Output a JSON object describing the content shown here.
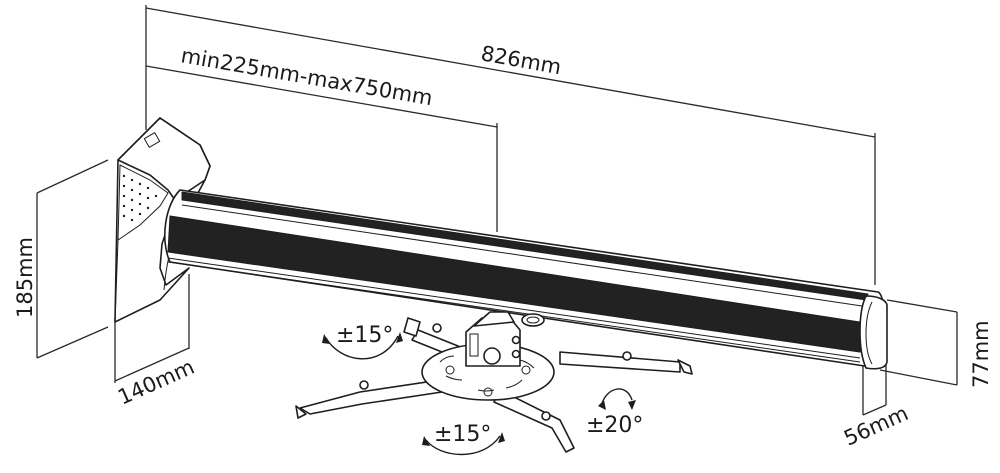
{
  "diagram": {
    "subject": "Projector wall mount with telescopic arm and universal ceiling bracket",
    "colors": {
      "line": "#1e1e1e",
      "fill_dark": "#222222",
      "background": "#ffffff"
    },
    "dimensions": {
      "total_length": "826mm",
      "arm_extension": "min225mm-max750mm",
      "wall_plate_height": "185mm",
      "wall_plate_depth": "140mm",
      "arm_height": "77mm",
      "arm_width": "56mm"
    },
    "adjustments": {
      "tilt_left": "±15°",
      "swivel_bottom": "±15°",
      "rotation_right": "±20°"
    }
  }
}
